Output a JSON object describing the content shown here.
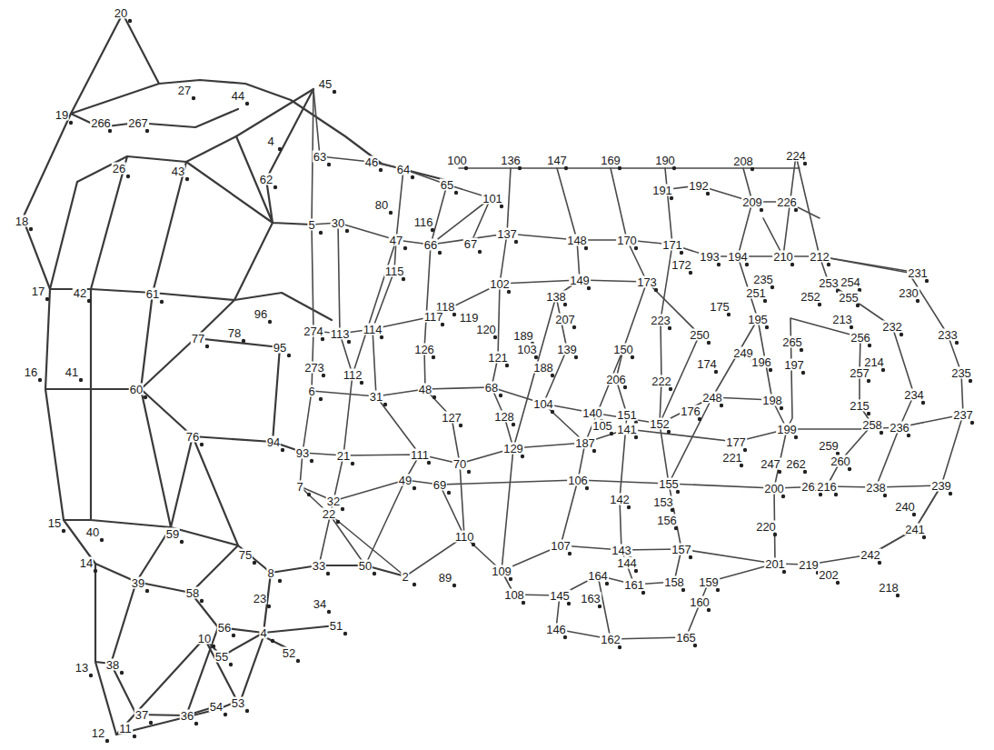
{
  "diagram": {
    "labels": [
      "20",
      "45",
      "27",
      "44",
      "19",
      "266",
      "267",
      "4",
      "63",
      "46",
      "64",
      "65",
      "100",
      "136",
      "147",
      "169",
      "190",
      "208",
      "224",
      "26",
      "43",
      "62",
      "80",
      "101",
      "191",
      "192",
      "209",
      "226",
      "18",
      "5",
      "30",
      "47",
      "116",
      "66",
      "67",
      "137",
      "148",
      "170",
      "171",
      "172",
      "193",
      "194",
      "210",
      "212",
      "231",
      "17",
      "42",
      "61",
      "115",
      "102",
      "149",
      "173",
      "235",
      "253",
      "254",
      "251",
      "252",
      "255",
      "230",
      "96",
      "78",
      "274",
      "113",
      "114",
      "118",
      "117",
      "119",
      "120",
      "138",
      "207",
      "189",
      "223",
      "250",
      "175",
      "195",
      "213",
      "232",
      "233",
      "256",
      "265",
      "77",
      "95",
      "126",
      "103",
      "139",
      "150",
      "174",
      "249",
      "196",
      "197",
      "273",
      "112",
      "16",
      "41",
      "60",
      "121",
      "188",
      "206",
      "222",
      "214",
      "257",
      "235",
      "248",
      "6",
      "31",
      "48",
      "68",
      "127",
      "128",
      "104",
      "140",
      "151",
      "152",
      "176",
      "198",
      "215",
      "234",
      "258",
      "237",
      "76",
      "94",
      "93",
      "21",
      "111",
      "70",
      "129",
      "105",
      "141",
      "187",
      "177",
      "199",
      "236",
      "221",
      "247",
      "262",
      "259",
      "260",
      "261",
      "216",
      "238",
      "239",
      "7",
      "32",
      "49",
      "69",
      "106",
      "142",
      "155",
      "153",
      "200",
      "22",
      "156",
      "240",
      "15",
      "40",
      "59",
      "220",
      "241",
      "110",
      "107",
      "143",
      "144",
      "157",
      "201",
      "219",
      "202",
      "242",
      "218",
      "75",
      "8",
      "33",
      "50",
      "109",
      "2",
      "89",
      "108",
      "145",
      "164",
      "161",
      "158",
      "159",
      "160",
      "163",
      "146",
      "162",
      "165",
      "14",
      "39",
      "58",
      "23",
      "34",
      "51",
      "52",
      "56",
      "4",
      "10",
      "55",
      "13",
      "38",
      "53",
      "54",
      "36",
      "37",
      "12",
      "11"
    ]
  }
}
